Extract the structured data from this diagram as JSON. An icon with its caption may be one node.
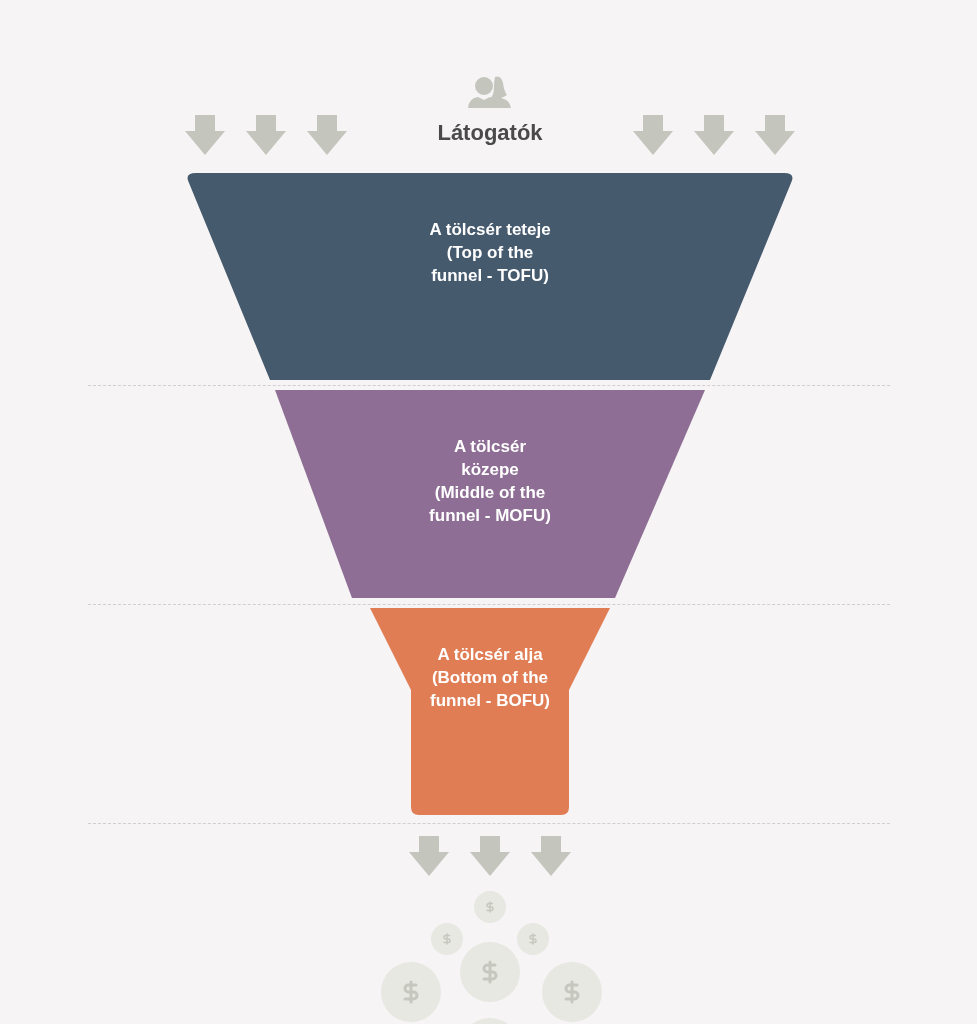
{
  "diagram": {
    "title": "Látogatók",
    "nodes": [
      {
        "text": [
          "A tölcsér teteje",
          "(Top of the funnel - TOFU)"
        ]
      },
      {
        "text": [
          "A tölcsér közepe",
          "(Middle of the funnel - MOFU)"
        ]
      },
      {
        "text": [
          "A tölcsér alja",
          "(Bottom of the funnel - BOFU)"
        ]
      }
    ]
  }
}
